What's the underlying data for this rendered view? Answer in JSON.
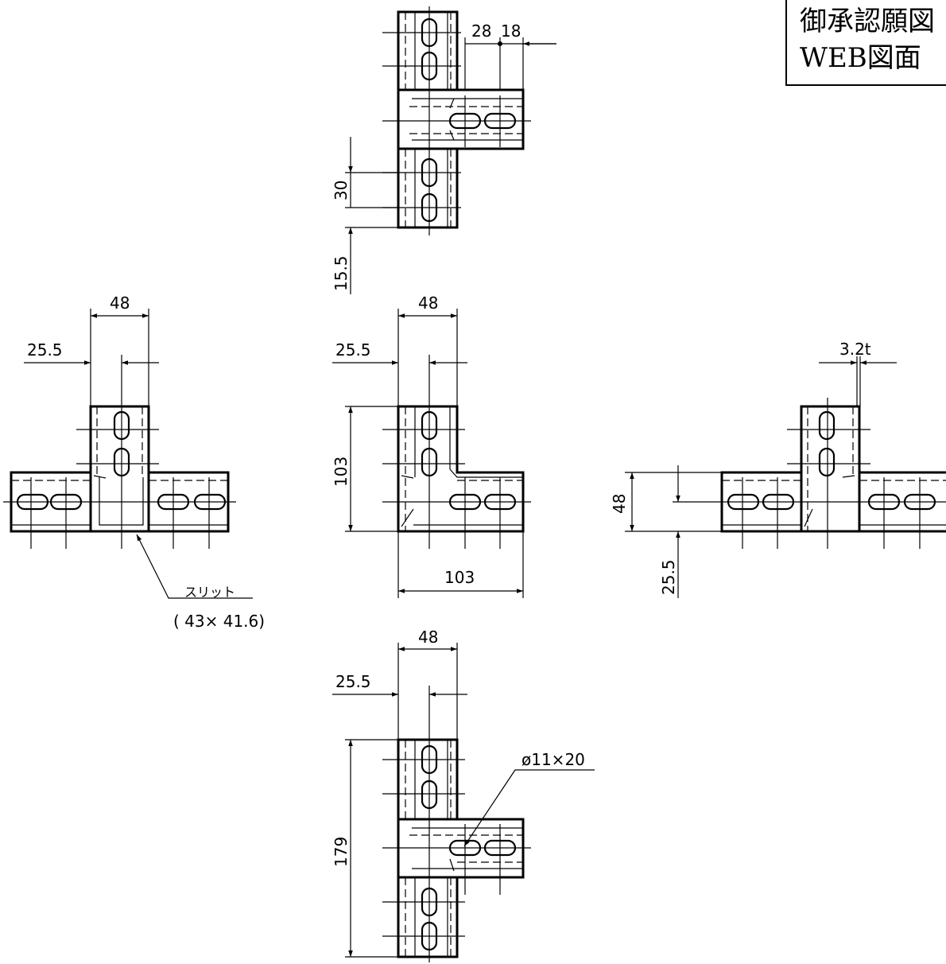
{
  "title_block": {
    "line1": "御承認願図",
    "line2": "WEB図面"
  },
  "dimensions": {
    "top_view": {
      "d28": "28",
      "d18": "18",
      "d30": "30",
      "d15_5": "15.5"
    },
    "left_view": {
      "d48": "48",
      "d25_5": "25.5"
    },
    "center_view": {
      "d48": "48",
      "d25_5": "25.5",
      "height_103": "103",
      "width_103": "103"
    },
    "right_view": {
      "thickness": "3.2t",
      "d48": "48",
      "d25_5": "25.5"
    },
    "bottom_view": {
      "d48": "48",
      "d25_5": "25.5",
      "d179": "179"
    }
  },
  "annotations": {
    "slit_label": "スリット",
    "slit_size": "( 43× 41.6)",
    "hole_size": "ø11×20"
  }
}
